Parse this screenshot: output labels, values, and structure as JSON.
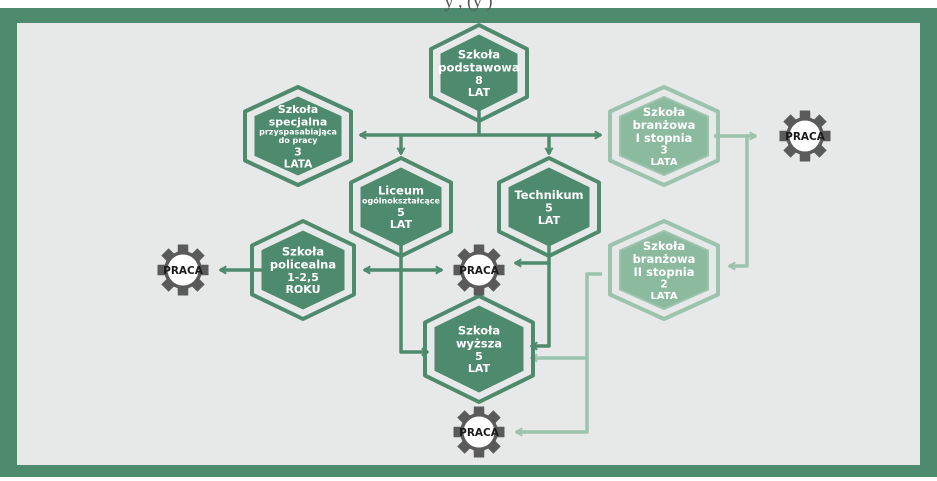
{
  "header_fragment": "y , (y )",
  "colors": {
    "frame": "#4e8a6e",
    "background": "#e7e8e8",
    "primary": "#4e8a6e",
    "light": "#9cc3ad",
    "light_fill": "#8cba9f",
    "gear": "#5a5a5a",
    "gear_center": "#ffffff"
  },
  "nodes": {
    "szkola_podstawowa": {
      "lines": [
        "Szkoła",
        "podstawowa",
        "8",
        "LAT"
      ]
    },
    "szkola_specjalna": {
      "lines": [
        "Szkoła",
        "specjalna",
        "przyspasabiająca",
        "do pracy",
        "3",
        "LATA"
      ]
    },
    "liceum": {
      "lines": [
        "Liceum",
        "ogólnokształcące",
        "5",
        "LAT"
      ]
    },
    "technikum": {
      "lines": [
        "Technikum",
        "5",
        "LAT"
      ]
    },
    "branzowa_1": {
      "lines": [
        "Szkoła",
        "branżowa",
        "I stopnia",
        "3",
        "LATA"
      ]
    },
    "branzowa_2": {
      "lines": [
        "Szkoła",
        "branżowa",
        "II stopnia",
        "2",
        "LATA"
      ]
    },
    "policealna": {
      "lines": [
        "Szkoła",
        "policealna",
        "1-2,5",
        "ROKU"
      ]
    },
    "wyzsza": {
      "lines": [
        "Szkoła",
        "wyższa",
        "5",
        "LAT"
      ]
    }
  },
  "gears": {
    "praca_top_right": "PRACA",
    "praca_left": "PRACA",
    "praca_center": "PRACA",
    "praca_bottom": "PRACA"
  }
}
